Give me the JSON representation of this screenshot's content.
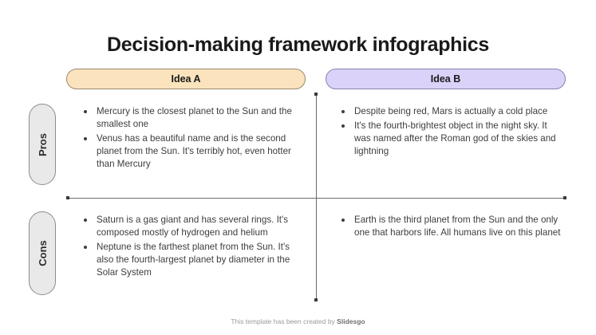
{
  "page": {
    "title": "Decision-making framework infographics"
  },
  "columns": [
    {
      "id": "idea-a",
      "label": "Idea A",
      "color": "#fae3bd",
      "border": "#9b8a6e"
    },
    {
      "id": "idea-b",
      "label": "Idea B",
      "color": "#dad2f8",
      "border": "#8a82ae"
    }
  ],
  "rows": [
    {
      "id": "pros",
      "label": "Pros",
      "color": "#e9e9e9",
      "border": "#8c8c8c"
    },
    {
      "id": "cons",
      "label": "Cons",
      "color": "#e9e9e9",
      "border": "#8c8c8c"
    }
  ],
  "cells": {
    "idea_a_pros": [
      "Mercury is the closest planet to the Sun and the smallest one",
      "Venus has a beautiful name and is the second planet from the Sun. It's terribly hot, even hotter than Mercury"
    ],
    "idea_b_pros": [
      "Despite being red, Mars is actually a cold place",
      "It's the fourth-brightest object in the night sky. It was named after the Roman god of the skies and lightning"
    ],
    "idea_a_cons": [
      "Saturn is a gas giant and has several rings. It's composed mostly of hydrogen and helium",
      "Neptune is the farthest planet from the Sun. It's also the fourth-largest planet by diameter in the Solar System"
    ],
    "idea_b_cons": [
      "Earth is the third planet from the Sun and the only one that harbors life. All humans live on this planet"
    ]
  },
  "footer": {
    "text": "This template has been created by ",
    "brand": "Slidesgo"
  }
}
